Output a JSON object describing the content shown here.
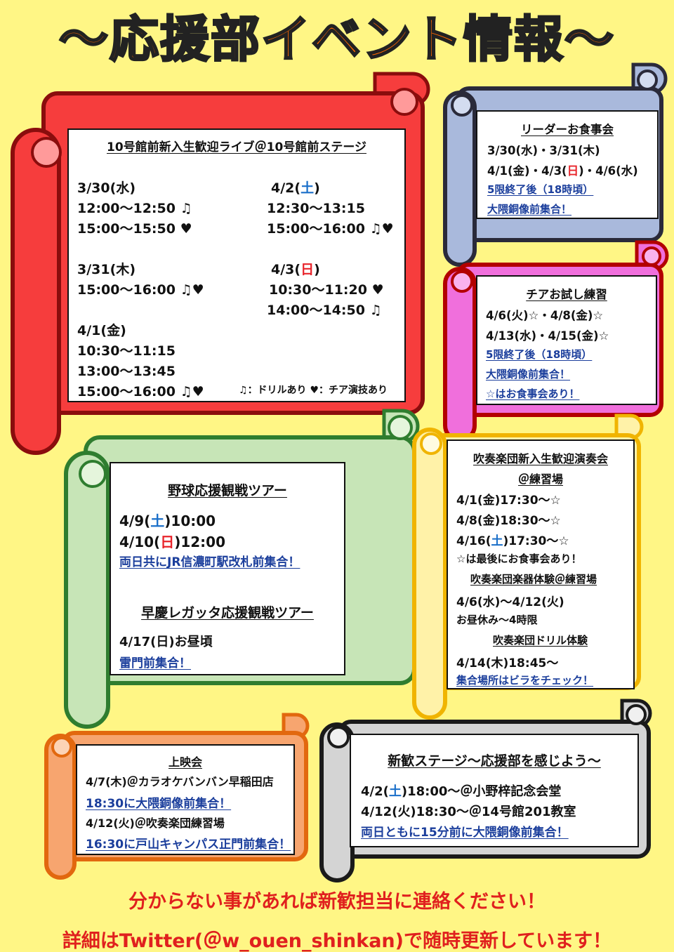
{
  "title": "～応援部イベント情報～",
  "glyphs": {
    "note": "♫",
    "heart": "♥"
  },
  "colors": {
    "red_scroll": "#f63d3d",
    "blue_scroll": "#a9b9dc",
    "pink_scroll": "#f06fdc",
    "green_scroll": "#c7e5b7",
    "yellow_scroll": "#fff2a8",
    "orange_scroll": "#f7a56f",
    "gray_scroll": "#d4d4d4",
    "link_blue": "#1b3e9c"
  },
  "live": {
    "title": "10号館前新入生歓迎ライブ＠10号館前ステージ",
    "d1": "3/30",
    "d1w": "水",
    "d1t1": "12:00～12:50",
    "d1t2": "15:00～15:50",
    "d2": "3/31",
    "d2w": "木",
    "d2t1": "15:00～16:00",
    "d3": "4/1",
    "d3w": "金",
    "d3t1": "10:30～11:15",
    "d3t2": "13:00～13:45",
    "d3t3": "15:00～16:00",
    "d4": "4/2",
    "d4w": "土",
    "d4t1": "12:30～13:15",
    "d4t2": "15:00～16:00",
    "d5": "4/3",
    "d5w": "日",
    "d5t1": "10:30～11:20",
    "d5t2": "14:00～14:50",
    "legend_drill": "：ドリルあり",
    "legend_cheer": "：チア演技あり"
  },
  "leader": {
    "title": "リーダーお食事会",
    "l1": "3/30(水)・3/31(木)",
    "l2a": "4/1(金)・4/3(",
    "l2b": "日",
    "l2c": ")・4/6(水)",
    "l3": "5限終了後（18時頃）",
    "l4": "大隈銅像前集合！"
  },
  "cheer": {
    "title": "チアお試し練習",
    "l1": "4/6(火)☆・4/8(金)☆",
    "l2": "4/13(水)・4/15(金)☆",
    "l3": "5限終了後（18時頃）",
    "l4": "大隈銅像前集合！",
    "l5": "☆はお食事会あり！"
  },
  "baseball": {
    "title": "野球応援観戦ツアー",
    "l1a": "4/9(",
    "l1b": "土",
    "l1c": ")10:00",
    "l2a": "4/10(",
    "l2b": "日",
    "l2c": ")12:00",
    "l3": "両日共にJR信濃町駅改札前集合！",
    "title2": "早慶レガッタ応援観戦ツアー",
    "l4": "4/17(日)お昼頃",
    "l5": "雷門前集合！"
  },
  "band": {
    "title1": "吹奏楽団新入生歓迎演奏会",
    "title1b": "＠練習場",
    "l1": "4/1(金)17:30～☆",
    "l2": "4/8(金)18:30～☆",
    "l3a": "4/16(",
    "l3b": "土",
    "l3c": ")17:30～☆",
    "l4": "☆は最後にお食事会あり！",
    "title2": "吹奏楽団楽器体験＠練習場",
    "l5": "4/6(水)～4/12(火)",
    "l6": "お昼休み～4時限",
    "title3": "吹奏楽団ドリル体験",
    "l7": "4/14(木)18:45～",
    "l8": "集合場所はビラをチェック！"
  },
  "movie": {
    "title": "上映会",
    "l1": "4/7(木)＠カラオケバンバン早稲田店",
    "l2": "18:30に大隈銅像前集合！",
    "l3": "4/12(火)＠吹奏楽団練習場",
    "l4": "16:30に戸山キャンパス正門前集合！"
  },
  "stage": {
    "title": "新歓ステージ～応援部を感じよう～",
    "l1a": "4/2(",
    "l1b": "土",
    "l1c": ")18:00～＠小野梓記念会堂",
    "l2": "4/12(火)18:30～＠14号館201教室",
    "l3": "両日ともに15分前に大隈銅像前集合！"
  },
  "footer": {
    "l1": "分からない事があれば新歓担当に連絡ください！",
    "l2": "詳細はTwitter(＠w_ouen_shinkan)で随時更新しています！"
  }
}
